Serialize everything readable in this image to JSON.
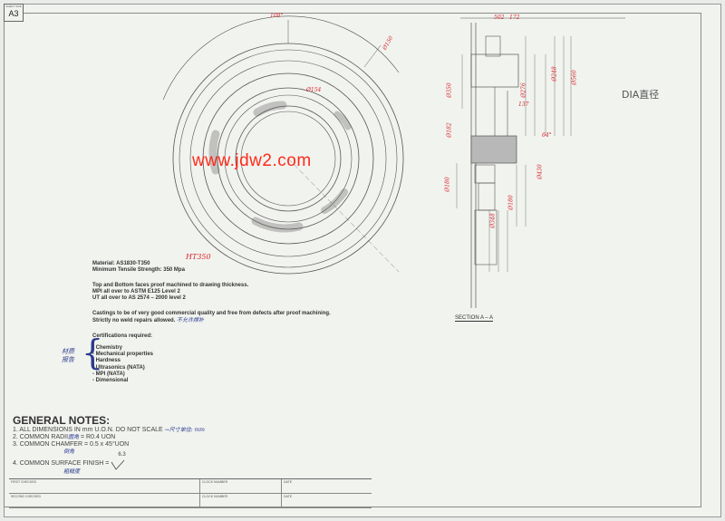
{
  "sheet": {
    "size_code": "A3",
    "size_caption": "SHEET SIZE"
  },
  "watermark": "www.jdw2.com",
  "material": {
    "line1": "Material: AS1830-T350",
    "line2": "Minimum Tensile Strength: 350 Mpa",
    "hand_note": "HT350"
  },
  "machining": {
    "line1": "Top and Bottom faces proof machined to drawing thickness.",
    "line2": "MPI all over to ASTM E125 Level 2",
    "line3": "UT all over to AS 2574 – 2000 level 2"
  },
  "castings": {
    "line1": "Castings to be of very good commercial quality and free from defects after proof machining.",
    "line2": "Strictly no weld repairs allowed.",
    "hand_note": "不允许焊补"
  },
  "certifications": {
    "title": "Certifications required:",
    "items": [
      "- Chemistry",
      "- Mechanical properties",
      "- Hardness",
      "- Ultrasonics (NATA)",
      "- MPI (NATA)",
      "- Dimensional"
    ],
    "hand_note_1": "材质",
    "hand_note_2": "报告"
  },
  "general_notes": {
    "title": "GENERAL NOTES:",
    "item1": "1. ALL DIMENSIONS IN mm U.O.N. DO NOT SCALE",
    "item1_hand": "→尺寸单位: mm",
    "item2": "2. COMMON RADII",
    "item2_hand": "圆角",
    "item2_tail": " = R0.4 UON",
    "item3": "3. COMMON CHAMFER = 0.5 x 45°UON",
    "item3_hand": "倒角",
    "item4": "4. COMMON SURFACE FINISH =",
    "item4_hand": "粗糙度",
    "finish_value": "6.3"
  },
  "title_block": {
    "row1_left": "FIRST CHECKED",
    "row1_mid": "CLOCK NUMBER",
    "row1_right": "DATE",
    "row2_left": "SECOND CHECKED",
    "row2_mid": "CLOCK NUMBER",
    "row2_right": "DATE"
  },
  "section": {
    "label": "SECTION   A – A"
  },
  "dia_note": "DIA直径",
  "red_dims": {
    "arc_top": "108°",
    "top_right": "Ø150",
    "mid": "Ø154",
    "sec_top": "502",
    "sec_top2": "172",
    "sec_side1": "Ø350",
    "sec_side2": "Ø182",
    "sec_side3": "Ø276",
    "sec_side4": "Ø248",
    "sec_side5": "Ø560",
    "sec_right1": "137",
    "sec_right2": "64°",
    "sec_low1": "Ø180",
    "sec_low2": "Ø180",
    "sec_low3": "Ø348",
    "sec_right3": "Ø430"
  }
}
